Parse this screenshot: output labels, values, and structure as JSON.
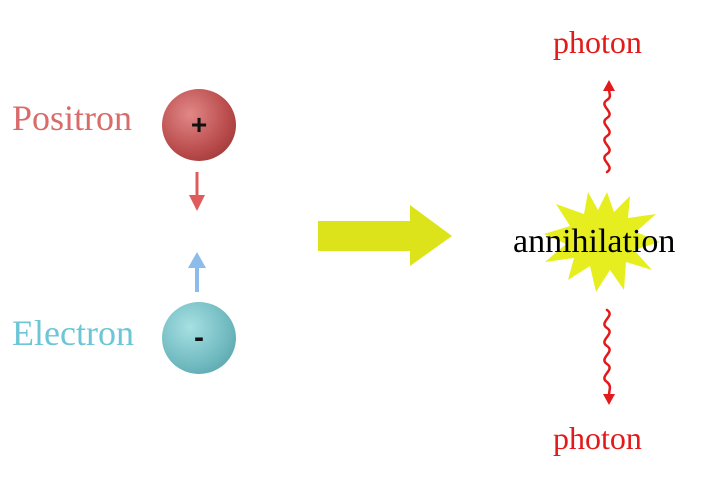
{
  "labels": {
    "positron": "Positron",
    "electron": "Electron",
    "photon_top": "photon",
    "photon_bottom": "photon",
    "annihilation": "annihilation"
  },
  "symbols": {
    "positron_charge": "+",
    "electron_charge": "-"
  },
  "colors": {
    "positron_text": "#d96b6b",
    "electron_text": "#6cc6d6",
    "photon_text": "#e21a1a",
    "positron_ball": "#b84a4a",
    "electron_ball": "#6fb9bf",
    "down_arrow": "#e05c5c",
    "up_arrow": "#8cbcec",
    "big_arrow": "#dde31a",
    "burst": "#e6ee20",
    "wave": "#e21a1a"
  },
  "icons": {
    "big_arrow": "right-arrow-icon",
    "burst": "starburst-icon",
    "wave": "wavy-photon-arrow-icon"
  }
}
